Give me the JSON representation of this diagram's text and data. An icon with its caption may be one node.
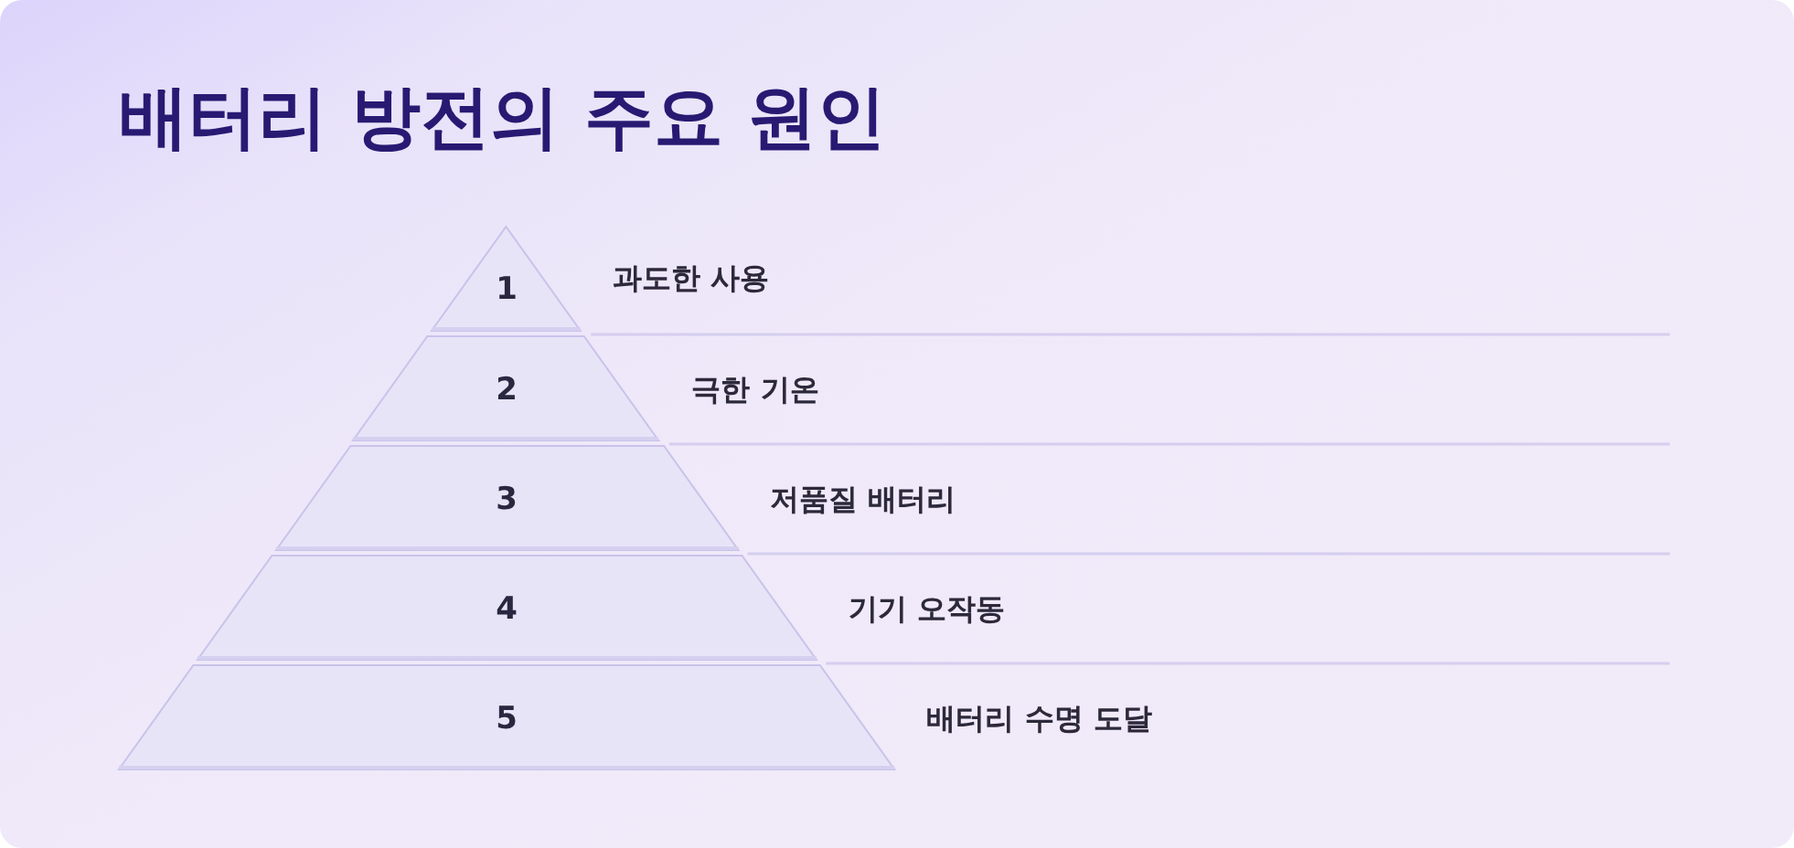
{
  "diagram": {
    "title": "배터리 방전의 주요 원인",
    "nodes": [
      {
        "text": [
          "1"
        ],
        "beside": [
          "과도한 사용"
        ]
      },
      {
        "text": [
          "2"
        ],
        "beside": [
          "극한 기온"
        ]
      },
      {
        "text": [
          "3"
        ],
        "beside": [
          "저품질 배터리"
        ]
      },
      {
        "text": [
          "4"
        ],
        "beside": [
          "기기 오작동"
        ]
      },
      {
        "text": [
          "5"
        ],
        "beside": [
          "배터리 수명 도달"
        ]
      }
    ]
  }
}
